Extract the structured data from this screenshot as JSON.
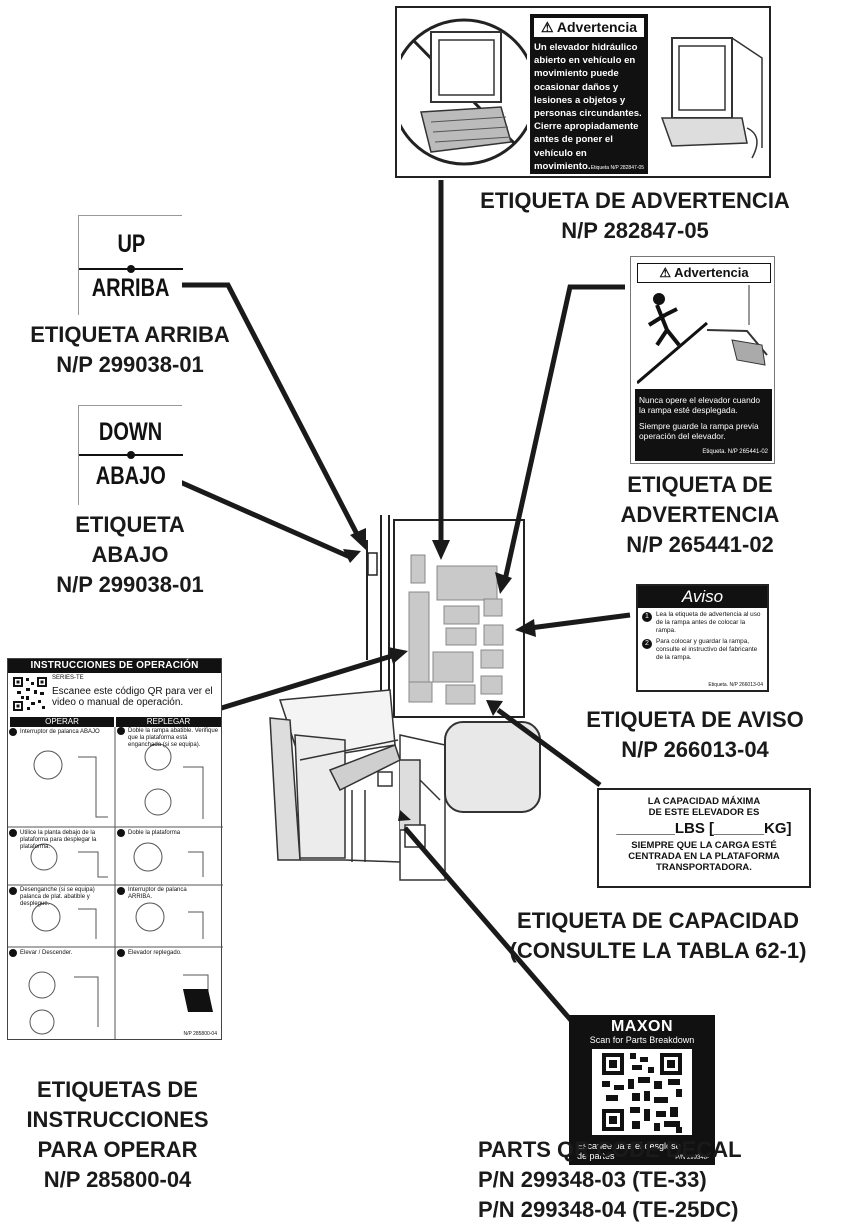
{
  "decals": {
    "warning_top": {
      "header": "⚠ Advertencia",
      "text": "Un elevador hidráulico abierto en vehículo en movimiento puede ocasionar daños y lesiones a objetos y personas circundantes. Cierre apropiadamente antes de poner el vehículo en movimiento.",
      "part_ref": "Etiqueta N/P 282847-05"
    },
    "warning_right": {
      "header": "⚠ Advertencia",
      "text_1": "Nunca opere el elevador cuando la rampa esté desplegada.",
      "text_2": "Siempre guarde la rampa previa operación del elevador.",
      "part_ref": "Etiqueta. N/P 265441-02"
    },
    "notice": {
      "header": "Aviso",
      "item_1": "Lea la etiqueta de advertencia al uso de la rampa antes de colocar la rampa.",
      "item_2": "Para colocar y guardar la rampa, consulte el instructivo del fabricante de la rampa.",
      "part_ref": "Etiqueta. N/P 266013-04"
    },
    "capacity": {
      "line_1": "LA CAPACIDAD MÁXIMA",
      "line_2": "DE ESTE ELEVADOR ES",
      "line_3": "_______LBS [______KG]",
      "line_4": "SIEMPRE QUE LA CARGA ESTÉ",
      "line_5": "CENTRADA EN LA PLATAFORMA",
      "line_6": "TRANSPORTADORA."
    },
    "up": {
      "top": "UP",
      "bottom": "ARRIBA"
    },
    "down": {
      "top": "DOWN",
      "bottom": "ABAJO"
    },
    "instructions": {
      "header": "INSTRUCCIONES DE OPERACIÓN",
      "series": "SERIES-TE",
      "scan_text": "Escanee este código QR para ver el video o manual de operación.",
      "col_left": "OPERAR",
      "col_right": "REPLEGAR",
      "step_l1": "Interruptor de palanca ABAJO",
      "step_r1": "Doble la rampa abatible. Verifique que la plataforma está enganchada (si se equipa).",
      "step_l2": "Utilice la planta debajo de la plataforma para desplegar la plataforma.",
      "step_r2": "Doble la plataforma",
      "step_l3": "Desenganche (si se equipa) palanca de plat. abatible y desplegue.",
      "step_r3": "Interruptor de palanca ARRIBA.",
      "step_l4": "Elevar / Descender.",
      "step_r4": "Elevador replegado.",
      "part_ref": "N/P 285800-04"
    },
    "qr": {
      "brand": "MAXON",
      "scan": "Scan for Parts Breakdown",
      "foot_1": "Escanee para el desglose",
      "foot_2": "de partes",
      "part_ref": "P/N 299348-"
    }
  },
  "captions": {
    "warning_top": [
      "ETIQUETA DE ADVERTENCIA",
      "N/P 282847-05"
    ],
    "up": [
      "ETIQUETA ARRIBA",
      "N/P 299038-01"
    ],
    "down": [
      "ETIQUETA",
      "ABAJO",
      "N/P 299038-01"
    ],
    "warning_right": [
      "ETIQUETA DE",
      "ADVERTENCIA",
      "N/P 265441-02"
    ],
    "notice": [
      "ETIQUETA DE AVISO",
      "N/P 266013-04"
    ],
    "capacity": [
      "ETIQUETA DE CAPACIDAD",
      "(CONSULTE LA TABLA 62-1)"
    ],
    "instructions": [
      "ETIQUETAS DE",
      "INSTRUCCIONES",
      "PARA OPERAR",
      "N/P 285800-04"
    ],
    "qr": [
      "PARTS QR CODE DECAL",
      "P/N 299348-03 (TE-33)",
      "P/N 299348-04 (TE-25DC)"
    ]
  }
}
